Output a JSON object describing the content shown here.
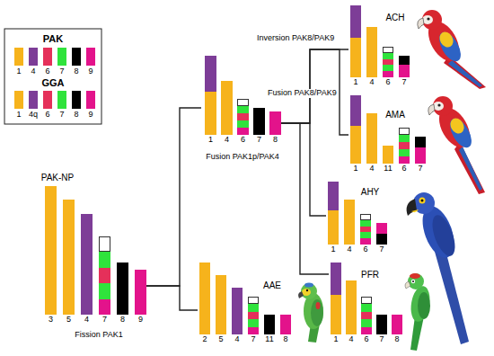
{
  "diagram": {
    "nodes": [
      {
        "text": [
          "PAK-NP",
          "Fission PAK1"
        ]
      },
      {
        "text": [
          "3"
        ],
        "in": 0
      },
      {
        "text": [
          "5"
        ],
        "in": 0
      },
      {
        "text": [
          "4"
        ],
        "in": 0
      },
      {
        "text": [
          "7"
        ],
        "in": 0
      },
      {
        "text": [
          "8"
        ],
        "in": 0
      },
      {
        "text": [
          "9"
        ],
        "in": 0
      },
      {
        "text": [
          "Fusion PAK1p/PAK4"
        ]
      },
      {
        "text": [
          "1"
        ],
        "in": 7
      },
      {
        "text": [
          "4"
        ],
        "in": 7
      },
      {
        "text": [
          "6"
        ],
        "in": 7
      },
      {
        "text": [
          "7"
        ],
        "in": 7
      },
      {
        "text": [
          "8"
        ],
        "in": 7
      },
      {
        "text": [
          "ACH"
        ]
      },
      {
        "text": [
          "1"
        ],
        "in": 13
      },
      {
        "text": [
          "4"
        ],
        "in": 13
      },
      {
        "text": [
          "6"
        ],
        "in": 13
      },
      {
        "text": [
          "7"
        ],
        "in": 13
      },
      {
        "text": [
          "AMA"
        ]
      },
      {
        "text": [
          "1"
        ],
        "in": 18
      },
      {
        "text": [
          "4"
        ],
        "in": 18
      },
      {
        "text": [
          "11"
        ],
        "in": 18
      },
      {
        "text": [
          "6"
        ],
        "in": 18
      },
      {
        "text": [
          "7"
        ],
        "in": 18
      },
      {
        "text": [
          "AHY"
        ]
      },
      {
        "text": [
          "1"
        ],
        "in": 24
      },
      {
        "text": [
          "4"
        ],
        "in": 24
      },
      {
        "text": [
          "6"
        ],
        "in": 24
      },
      {
        "text": [
          "7"
        ],
        "in": 24
      },
      {
        "text": [
          "PFR"
        ]
      },
      {
        "text": [
          "1"
        ],
        "in": 29
      },
      {
        "text": [
          "4"
        ],
        "in": 29
      },
      {
        "text": [
          "6"
        ],
        "in": 29
      },
      {
        "text": [
          "7"
        ],
        "in": 29
      },
      {
        "text": [
          "8"
        ],
        "in": 29
      },
      {
        "text": [
          "AAE"
        ]
      },
      {
        "text": [
          "2"
        ],
        "in": 35
      },
      {
        "text": [
          "5"
        ],
        "in": 35
      },
      {
        "text": [
          "4"
        ],
        "in": 35
      },
      {
        "text": [
          "7"
        ],
        "in": 35
      },
      {
        "text": [
          "11"
        ],
        "in": 35
      },
      {
        "text": [
          "8"
        ],
        "in": 35
      }
    ],
    "edges": [
      {
        "from": 0,
        "to": 7,
        "arrow": "none"
      },
      {
        "from": 0,
        "to": 35,
        "arrow": "none"
      },
      {
        "from": 7,
        "to": 29,
        "arrow": "none"
      },
      {
        "from": 7,
        "to": 24,
        "arrow": "none"
      },
      {
        "from": 7,
        "to": 13,
        "arrow": "none"
      },
      {
        "from": 7,
        "to": 18,
        "arrow": "none"
      }
    ],
    "labels": [
      "PAK",
      "GGA",
      "Fusion PAK8/PAK9",
      "Inversion PAK8/PAK9"
    ],
    "legend": [
      {
        "text": "1",
        "color": "#f6b31c"
      },
      {
        "text": "4",
        "color": "#7d3d97"
      },
      {
        "text": "6",
        "color": "#e5305a"
      },
      {
        "text": "7",
        "color": "#2fe33c"
      },
      {
        "text": "8",
        "color": "#000000"
      },
      {
        "text": "9",
        "color": "#e3138b"
      },
      {
        "text": "1",
        "color": "#f6b31c"
      },
      {
        "text": "4q",
        "color": "#7d3d97"
      },
      {
        "text": "6",
        "color": "#e5305a"
      },
      {
        "text": "7",
        "color": "#2fe33c"
      },
      {
        "text": "8",
        "color": "#000000"
      },
      {
        "text": "9",
        "color": "#e3138b"
      }
    ]
  }
}
